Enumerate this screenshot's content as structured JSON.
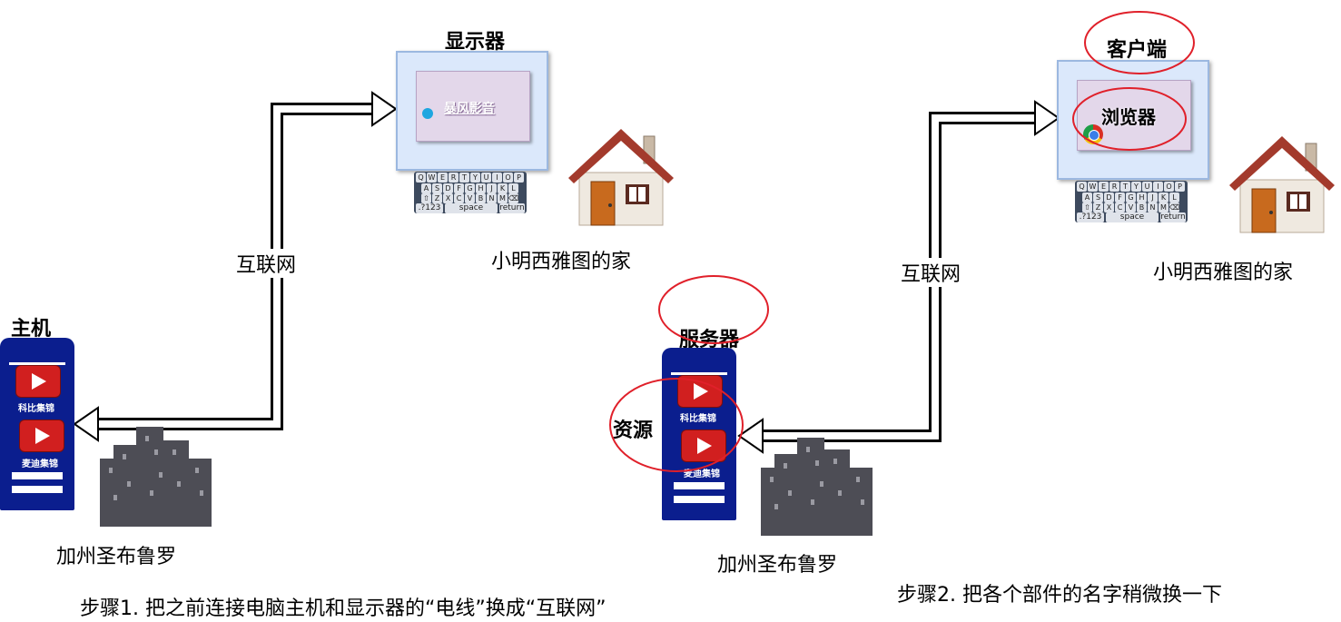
{
  "step1": {
    "monitor_label": "显示器",
    "player_app": "暴风影音",
    "internet_label": "互联网",
    "host_label": "主机",
    "movie1": "科比集锦",
    "movie2": "麦迪集锦",
    "home_label": "小明西雅图的家",
    "city_label": "加州圣布鲁罗",
    "caption": "步骤1. 把之前连接电脑主机和显示器的“电线”换成“互联网”"
  },
  "step2": {
    "client_label": "客户端",
    "browser_label": "浏览器",
    "internet_label": "互联网",
    "server_label": "服务器",
    "resource_label": "资源",
    "movie1": "科比集锦",
    "movie2": "麦迪集锦",
    "home_label": "小明西雅图的家",
    "city_label": "加州圣布鲁罗",
    "caption": "步骤2. 把各个部件的名字稍微换一下"
  },
  "keyboard": {
    "row1": [
      "Q",
      "W",
      "E",
      "R",
      "T",
      "Y",
      "U",
      "I",
      "O",
      "P"
    ],
    "row2": [
      "A",
      "S",
      "D",
      "F",
      "G",
      "H",
      "J",
      "K",
      "L"
    ],
    "row3": [
      "⇧",
      "Z",
      "X",
      "C",
      "V",
      "B",
      "N",
      "M",
      "⌫"
    ],
    "row4": [
      ".?123",
      "space",
      "return"
    ]
  },
  "colors": {
    "tower": "#0b1e8e",
    "play_tile": "#d11f1f",
    "highlight_circle": "#e0202a",
    "monitor_frame": "#dbe8fb",
    "screen": "#e3d7ea",
    "building": "#4d4d55"
  }
}
